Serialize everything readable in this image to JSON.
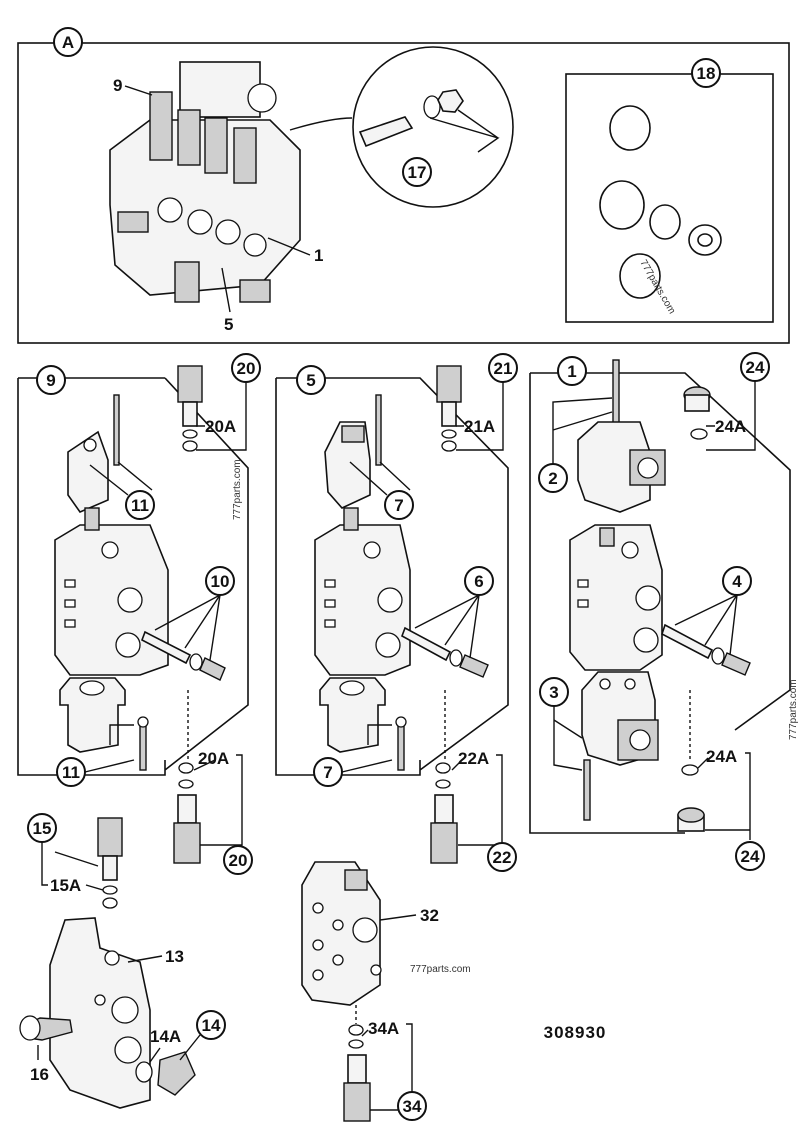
{
  "panel_a": {
    "tag": "A",
    "labels": {
      "l9": "9",
      "l1": "1",
      "l5": "5",
      "l17": "17",
      "l18": "18"
    }
  },
  "group_9": {
    "tag": "9",
    "labels": {
      "l20": "20",
      "l20a": "20A",
      "l11": "11",
      "l10": "10",
      "l11b": "11",
      "l20a_b": "20A",
      "l20_b": "20"
    }
  },
  "group_5": {
    "tag": "5",
    "labels": {
      "l21": "21",
      "l21a": "21A",
      "l7": "7",
      "l6": "6",
      "l7b": "7",
      "l22a": "22A",
      "l22": "22"
    }
  },
  "group_1": {
    "tag": "1",
    "labels": {
      "l24": "24",
      "l24a": "24A",
      "l2": "2",
      "l4": "4",
      "l3": "3",
      "l24a_b": "24A",
      "l24_b": "24"
    }
  },
  "group_15": {
    "labels": {
      "l15": "15",
      "l15a": "15A",
      "l13": "13",
      "l16": "16",
      "l14a": "14A",
      "l14": "14"
    }
  },
  "group_32": {
    "labels": {
      "l32": "32",
      "l34a": "34A",
      "l34": "34"
    }
  },
  "watermark": "777parts.com",
  "drawing_number": "308930"
}
